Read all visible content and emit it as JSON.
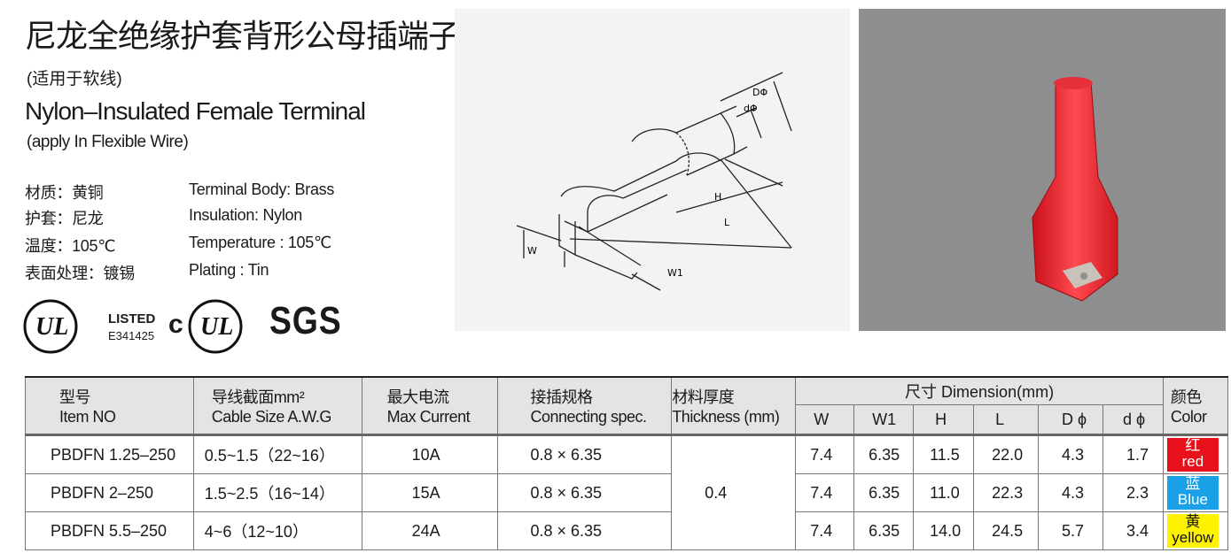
{
  "header": {
    "title_cn": "尼龙全绝缘护套背形公母插端子",
    "subtitle_cn": "(适用于软线)",
    "title_en": "Nylon–Insulated Female Terminal",
    "subtitle_en": "(apply In Flexible Wire)"
  },
  "specs": [
    {
      "cn": "材质：黄铜",
      "en": "Terminal Body: Brass"
    },
    {
      "cn": "护套：尼龙",
      "en": "Insulation: Nylon"
    },
    {
      "cn": "温度：105℃",
      "en": "Temperature : 105℃"
    },
    {
      "cn": "表面处理：镀锡",
      "en": "Plating : Tin"
    }
  ],
  "logos": {
    "ul": "UL",
    "listed": "LISTED",
    "listing_number": "E341425",
    "c": "c",
    "sgs": "SGS"
  },
  "drawing_labels": {
    "D": "DΦ",
    "d": "dΦ",
    "H": "H",
    "L": "L",
    "W": "W",
    "W1": "W1"
  },
  "table": {
    "headers": {
      "item_cn": "型号",
      "item_en": "Item NO",
      "cable_cn": "导线截面mm²",
      "cable_en": "Cable Size  A.W.G",
      "current_cn": "最大电流",
      "current_en": "Max Current",
      "conn_cn": "接插规格",
      "conn_en": "Connecting spec.",
      "thick_cn": "材料厚度",
      "thick_en": "Thickness (mm)",
      "dim": "尺寸 Dimension(mm)",
      "color_cn": "颜色",
      "color_en": "Color",
      "w": "W",
      "w1": "W1",
      "h": "H",
      "l": "L",
      "D": "D ϕ",
      "d": "d ϕ"
    },
    "thickness": "0.4",
    "rows": [
      {
        "item": "PBDFN 1.25–250",
        "cable": "0.5~1.5（22~16）",
        "current": "10A",
        "conn": "0.8 × 6.35",
        "w": "7.4",
        "w1": "6.35",
        "h": "11.5",
        "l": "22.0",
        "D": "4.3",
        "d": "1.7",
        "color_cn": "红",
        "color_en": "red",
        "swatch": "#e8101b",
        "text_color": "#ffffff"
      },
      {
        "item": "PBDFN 2–250",
        "cable": "1.5~2.5（16~14）",
        "current": "15A",
        "conn": "0.8 × 6.35",
        "w": "7.4",
        "w1": "6.35",
        "h": "11.0",
        "l": "22.3",
        "D": "4.3",
        "d": "2.3",
        "color_cn": "蓝",
        "color_en": "Blue",
        "swatch": "#1aa0e6",
        "text_color": "#ffffff"
      },
      {
        "item": "PBDFN 5.5–250",
        "cable": "4~6（12~10）",
        "current": "24A",
        "conn": "0.8 × 6.35",
        "w": "7.4",
        "w1": "6.35",
        "h": "14.0",
        "l": "24.5",
        "D": "5.7",
        "d": "3.4",
        "color_cn": "黄",
        "color_en": "yellow",
        "swatch": "#fff200",
        "text_color": "#111111"
      }
    ]
  }
}
